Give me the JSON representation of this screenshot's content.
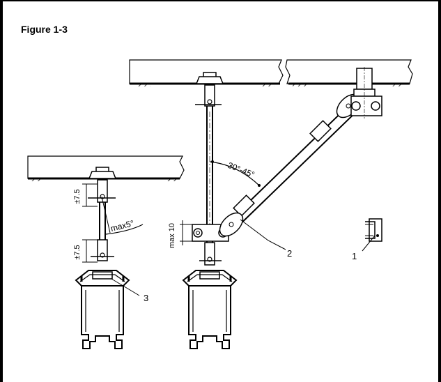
{
  "figure": {
    "title": "Figure 1-3"
  },
  "labels": {
    "tolerance_top": "±7.5",
    "tolerance_bottom": "±7.5",
    "max_tilt": "max5°",
    "max_offset": "max 10",
    "angle_range": "30°-45°",
    "callout_1": "1",
    "callout_2": "2",
    "callout_3": "3"
  },
  "colors": {
    "line": "#000000",
    "hatch": "#000000",
    "background": "#ffffff"
  }
}
